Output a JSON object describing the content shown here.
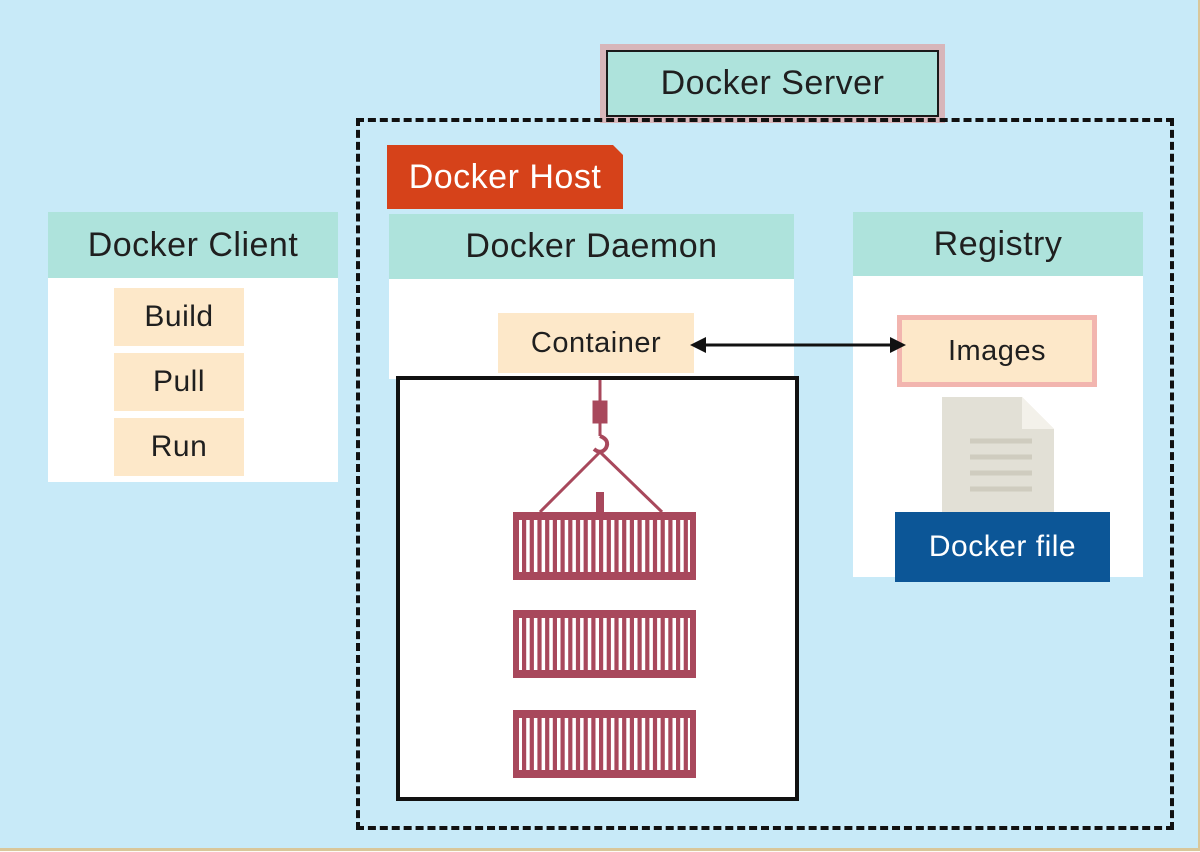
{
  "diagram": {
    "server_label": "Docker Server",
    "host_label": "Docker Host",
    "client": {
      "title": "Docker Client",
      "commands": [
        "Build",
        "Pull",
        "Run"
      ]
    },
    "daemon": {
      "title": "Docker Daemon",
      "container_label": "Container"
    },
    "registry": {
      "title": "Registry",
      "images_label": "Images",
      "dockerfile_label": "Docker file"
    }
  },
  "icons": {
    "crane": "crane-hook-icon",
    "container_stack": "shipping-container-icon",
    "document": "document-icon",
    "arrow": "double-arrow"
  },
  "colors": {
    "background": "#c8eaf8",
    "header_teal": "#aee3dc",
    "host_orange": "#d6421a",
    "command_peach": "#fde8c9",
    "container_red": "#a8485c",
    "dockerfile_blue": "#0c5697"
  }
}
